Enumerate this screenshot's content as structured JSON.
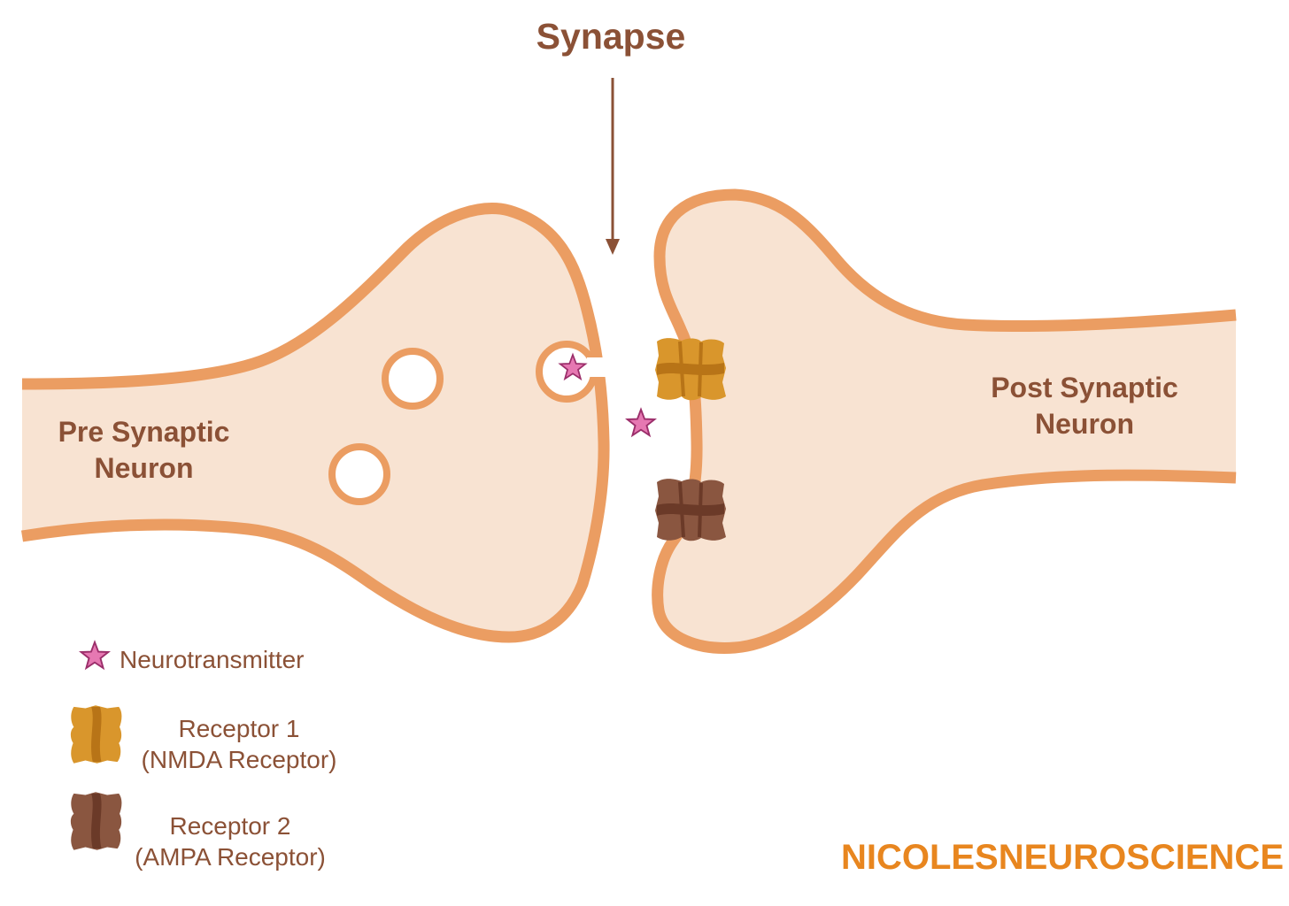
{
  "title": "Synapse",
  "pre_neuron": {
    "line1": "Pre Synaptic",
    "line2": "Neuron"
  },
  "post_neuron": {
    "line1": "Post Synaptic",
    "line2": "Neuron"
  },
  "legend": {
    "neurotransmitter": "Neurotransmitter",
    "receptor1": {
      "line1": "Receptor 1",
      "line2": "(NMDA Receptor)"
    },
    "receptor2": {
      "line1": "Receptor 2",
      "line2": "(AMPA Receptor)"
    }
  },
  "brand": "NICOLESNEUROSCIENCE",
  "colors": {
    "membrane": "#eb9d62",
    "cytoplasm": "#f8e3d2",
    "text": "#8b5136",
    "neurotransmitter": "#e678b2",
    "receptor1": "#d9962c",
    "receptor2": "#8a5640",
    "brand": "#e8861f"
  }
}
